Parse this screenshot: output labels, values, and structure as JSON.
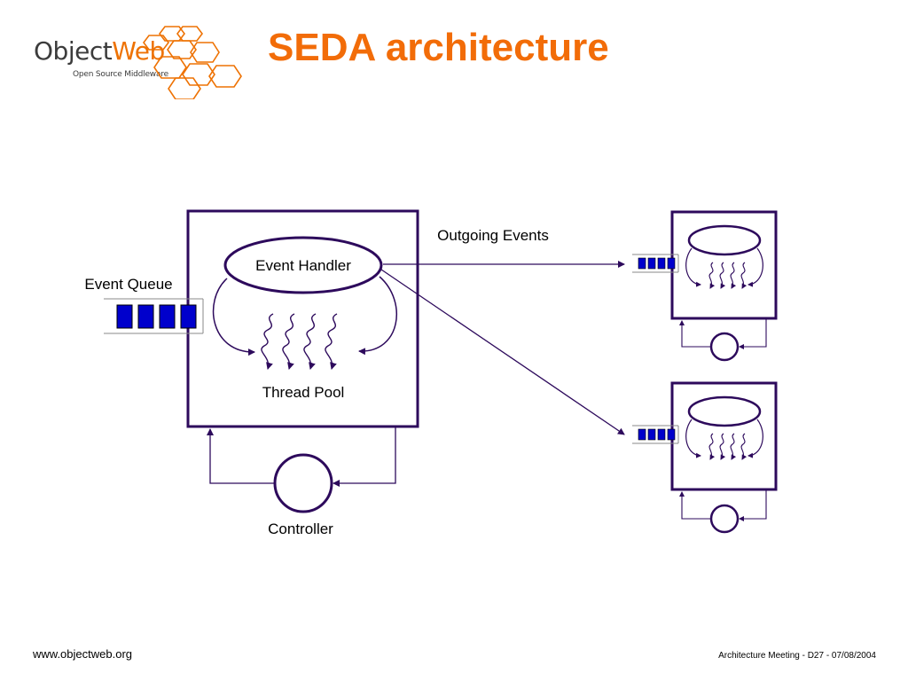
{
  "logo": {
    "object": "Object",
    "web": "Web",
    "subtitle": "Open Source Middleware",
    "icon": "honeycomb-icon"
  },
  "title": "SEDA architecture",
  "diagram": {
    "event_handler": "Event Handler",
    "event_queue": "Event Queue",
    "thread_pool": "Thread Pool",
    "controller": "Controller",
    "outgoing_events": "Outgoing Events"
  },
  "footer": {
    "left": "www.objectweb.org",
    "right": "Architecture Meeting - D27 - 07/08/2004"
  },
  "colors": {
    "brand_orange": "#ee7203",
    "title_orange": "#f26c08",
    "diagram_line": "#2d0a5c",
    "queue_fill": "#0000cc"
  }
}
